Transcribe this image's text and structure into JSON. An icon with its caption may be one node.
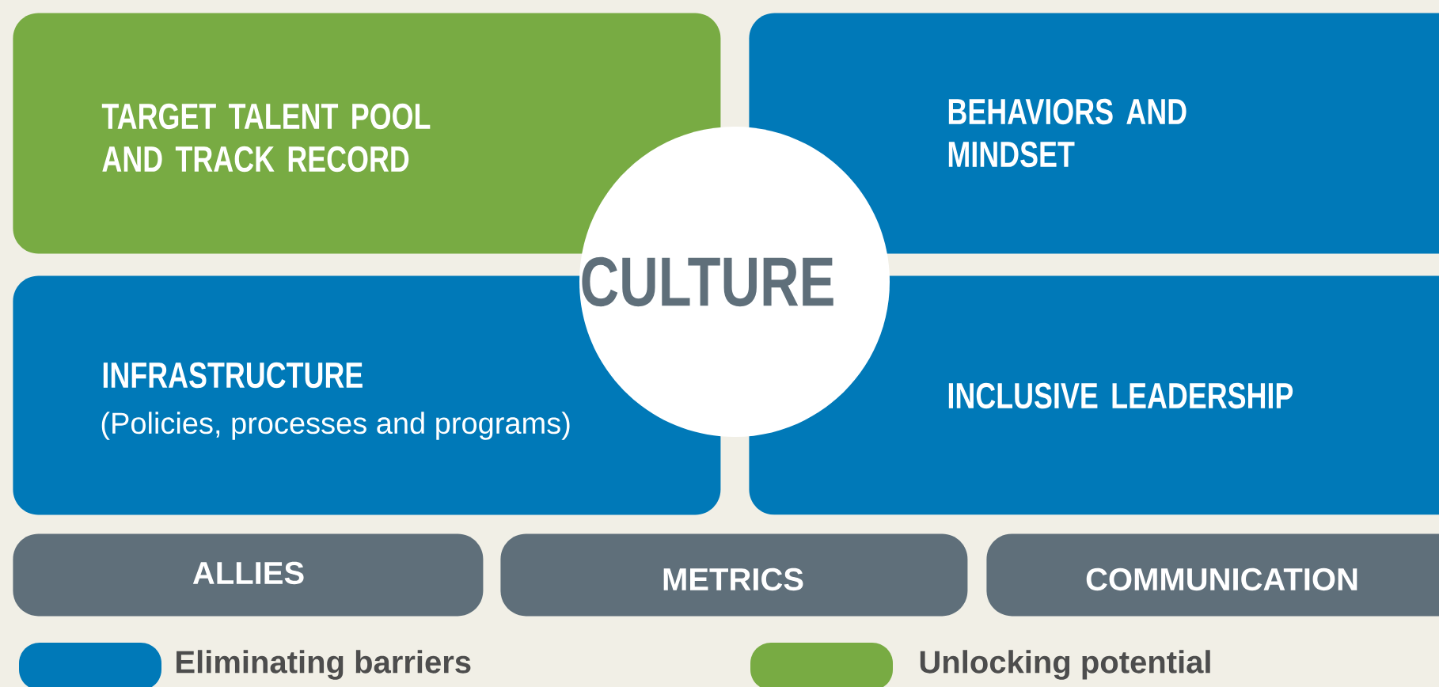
{
  "diagram": {
    "nodes": [
      {
        "text": [
          "TARGET TALENT POOL AND TRACK RECORD"
        ]
      },
      {
        "text": [
          "BEHAVIORS AND MINDSET"
        ]
      },
      {
        "text": [
          "INFRASTRUCTURE",
          "(Policies, processes and programs)"
        ]
      },
      {
        "text": [
          "INCLUSIVE LEADERSHIP"
        ]
      },
      {
        "text": [
          "CULTURE"
        ]
      },
      {
        "text": [
          "ALLIES"
        ]
      },
      {
        "text": [
          "METRICS"
        ]
      },
      {
        "text": [
          "COMMUNICATION"
        ]
      }
    ],
    "legend": [
      {
        "text": "Eliminating barriers",
        "color": "#0079b8"
      },
      {
        "text": "Unlocking potential",
        "color": "#78ab43"
      }
    ]
  }
}
